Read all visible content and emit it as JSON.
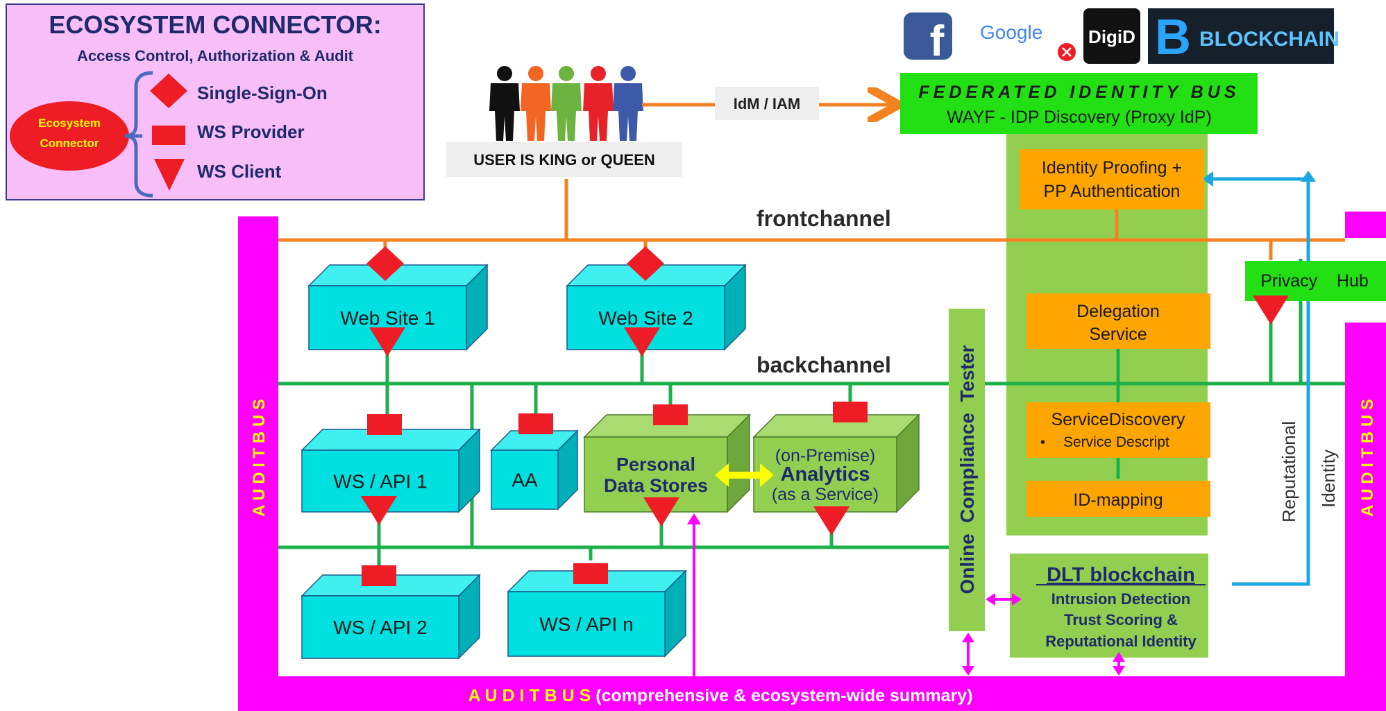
{
  "legend": {
    "title": "ECOSYSTEM  CONNECTOR:",
    "subtitle": "Access Control, Authorization & Audit",
    "connector_line1": "Ecosystem",
    "connector_line2": "Connector",
    "items": [
      {
        "label": "Single-Sign-On",
        "icon": "diamond-icon"
      },
      {
        "label": "WS Provider",
        "icon": "square-icon"
      },
      {
        "label": "WS Client",
        "icon": "triangle-icon"
      }
    ]
  },
  "users": {
    "caption": "USER IS KING or QUEEN",
    "colors": [
      "#111111",
      "#f26522",
      "#6cb33f",
      "#e8222a",
      "#3d5aa8"
    ]
  },
  "idm_label": "IdM / IAM",
  "providers": {
    "google": "Google",
    "digid": "DigiD",
    "blockchain": "BLOCKCHAIN",
    "facebook": "f"
  },
  "federated_bus": {
    "title": "FEDERATED IDENTITY BUS",
    "subtitle": "WAYF - IDP Discovery (Proxy IdP)"
  },
  "channels": {
    "front": "frontchannel",
    "back": "backchannel"
  },
  "idp_services": {
    "proofing": [
      "Identity Proofing +",
      "PP Authentication"
    ],
    "delegation": [
      "Delegation",
      "Service"
    ],
    "discovery_title": "ServiceDiscovery",
    "discovery_bullet": "Service Descript",
    "mapping": "ID-mapping"
  },
  "privacy_hub": "Privacy    Hub",
  "boxes": {
    "web1": "Web Site 1",
    "web2": "Web Site 2",
    "api1": "WS / API 1",
    "api2": "WS / API 2",
    "apin": "WS / API n",
    "aa": "AA",
    "pds": [
      "Personal",
      "Data Stores"
    ],
    "analytics": [
      "(on-Premise)",
      "Analytics",
      "(as a Service)"
    ]
  },
  "compliance": "Online  Compliance  Tester",
  "dlt": {
    "title": "DLT blockchain",
    "lines": [
      "Intrusion Detection",
      "Trust Scoring &",
      "Reputational Identity"
    ]
  },
  "vertical_labels": {
    "reputational": "Reputational",
    "identity": "Identity"
  },
  "audit_bus": {
    "side": "A U D I T   B U S",
    "bottom_strong": "A U D I T   B U S",
    "bottom_rest": "(comprehensive & ecosystem-wide summary)"
  },
  "colors": {
    "magenta": "#ff00ff",
    "green_line": "#1db04a",
    "orange_line": "#f58220",
    "cyan": "#00d4d4",
    "box_green": "#92cf50",
    "orange_box": "#ffa500",
    "red": "#ee1c25",
    "blue_line": "#1ba8e0",
    "audit_yellow": "#ffff00"
  }
}
